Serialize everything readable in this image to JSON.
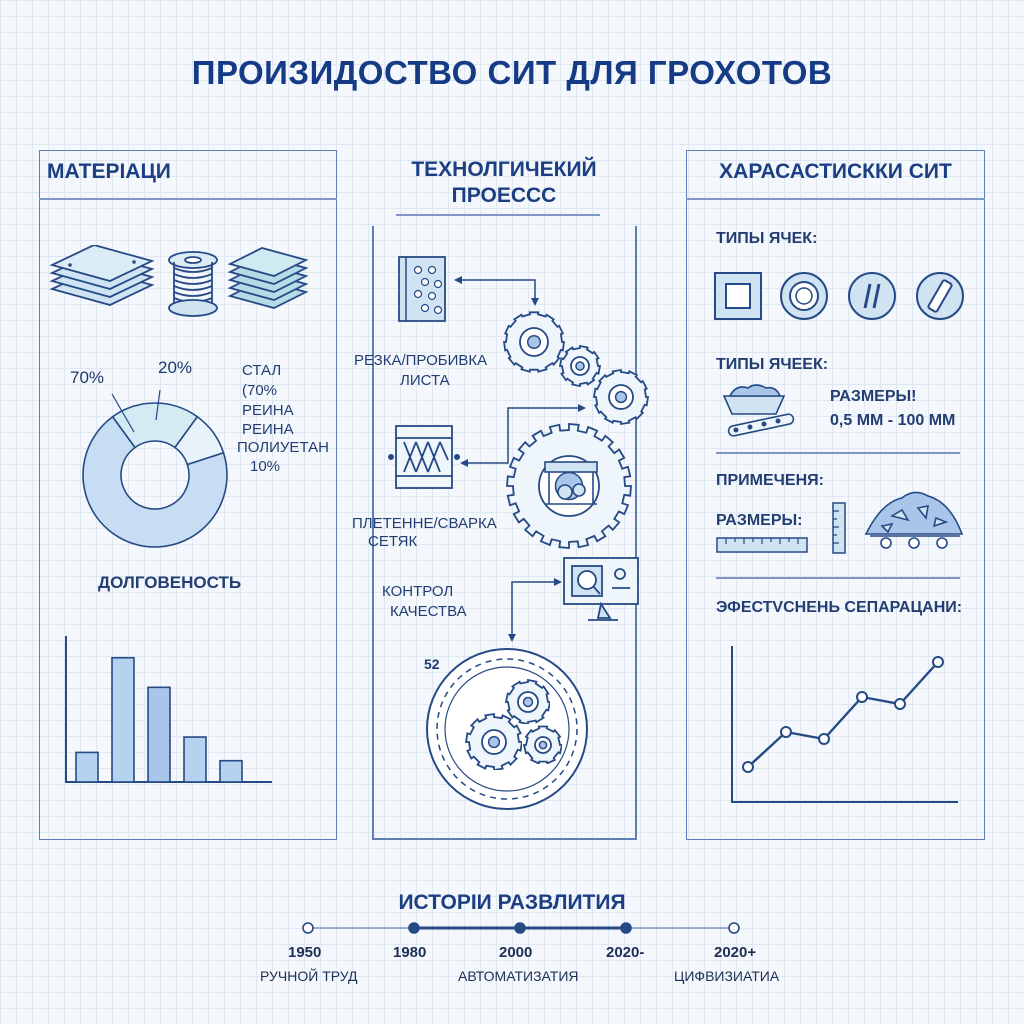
{
  "title": "ПРОИЗИДОСТВО СИТ ДЛЯ ГРОХОТОВ",
  "left_panel": {
    "heading": "МАТЕРІАЦИ",
    "donut_labels": [
      "70%",
      "20%"
    ],
    "legend_lines": [
      "СТАЛ",
      "(70%",
      "РЕИНА",
      "РЕИНА",
      "ПОЛИУЕТАН",
      "10%"
    ],
    "durability_label": "ДОЛГОВЕНОСТЬ"
  },
  "center_panel": {
    "heading_line1": "ТЕХНОЛГИЧЕКИЙ",
    "heading_line2": "ПРОЕССС",
    "step1_line1": "РЕЗКА/ПРОБИВКА",
    "step1_line2": "ЛИСТА",
    "step2_line1": "ПЛЕТЕННЕ/СВАРКА",
    "step2_line2": "СЕТЯК",
    "step3_line1": "КОНТРОЛ",
    "step3_line2": "КАЧЕСТВА",
    "dial_label": "52"
  },
  "right_panel": {
    "heading": "ХАРАСАСТИСККИ СИТ",
    "cell_types_label": "ТИПЫ ЯЧЕК:",
    "cell_types_label2": "ТИПЫ ЯЧЕЕК:",
    "sizes_label": "РАЗМЕРЫ!",
    "sizes_value": "0,5 ММ - 100 ММ",
    "application_label": "ПРИМЕЧЕНЯ:",
    "sizes_label2": "РАЗМЕРЫ:",
    "efficiency_label": "ЭФЕСТVСНЕНЬ СЕПАРАЦАНИ:"
  },
  "timeline": {
    "heading": "ИСТОРІИ РАЗВЛИТИЯ",
    "years": [
      "1950",
      "1980",
      "2000",
      "2020-",
      "2020+"
    ],
    "captions": [
      "РУЧНОЙ ТРУД",
      "АВТОМАТИЗАТИЯ",
      "ЦИФВИЗИАТИА"
    ]
  },
  "colors": {
    "title": "#163b86",
    "line": "#264a85",
    "fill_light": "#cfe3f3",
    "fill_mid": "#a9c6ea",
    "bar_fill": "#b5d3ef"
  },
  "chart_data": [
    {
      "type": "pie",
      "values": [
        70,
        20,
        10
      ],
      "labels": [
        "70%",
        "20%"
      ]
    },
    {
      "type": "bar",
      "values": [
        2.5,
        10.5,
        8,
        3.8,
        1.8
      ]
    },
    {
      "type": "line",
      "values": [
        2.5,
        5.0,
        4.5,
        7.5,
        7.0,
        10.0
      ]
    }
  ]
}
